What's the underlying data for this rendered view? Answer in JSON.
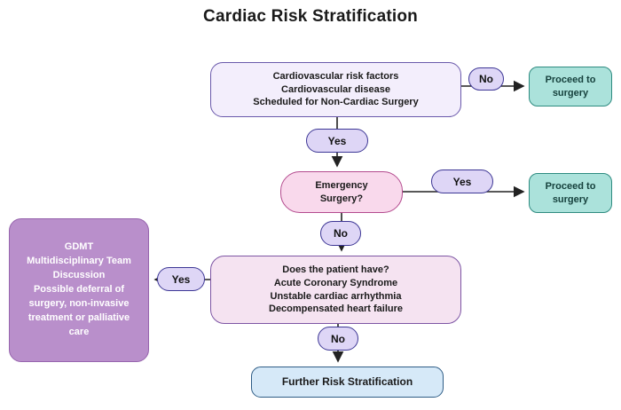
{
  "title": "Cardiac Risk Stratification",
  "nodes": {
    "start": {
      "lines": [
        "Cardiovascular risk factors",
        "Cardiovascular disease",
        "Scheduled for Non-Cardiac Surgery"
      ]
    },
    "proceed_top": {
      "label": "Proceed to surgery"
    },
    "emergency": {
      "lines": [
        "Emergency",
        "Surgery?"
      ]
    },
    "proceed_mid": {
      "label": "Proceed to surgery"
    },
    "conditions": {
      "lines": [
        "Does the patient have?",
        "Acute Coronary Syndrome",
        "Unstable cardiac arrhythmia",
        "Decompensated heart failure"
      ]
    },
    "gdmt": {
      "lines": [
        "GDMT",
        "Multidisciplinary Team Discussion",
        "Possible deferral of surgery, non-invasive treatment or palliative care"
      ]
    },
    "further": {
      "label": "Further Risk Stratification"
    }
  },
  "labels": {
    "no_top": "No",
    "yes_top": "Yes",
    "yes_mid": "Yes",
    "no_mid": "No",
    "yes_left": "Yes",
    "no_bottom": "No"
  },
  "colors": {
    "title_text": "#1a1a1a",
    "arrow": "#222222",
    "start_fill": "#f3eefc",
    "start_border": "#6a59ab",
    "teal_fill": "#abe2db",
    "teal_border": "#2e8b80",
    "pill_fill": "#ded6f6",
    "pill_border": "#3d3795",
    "emergency_fill": "#f9d9ec",
    "emergency_border": "#b34a8e",
    "conditions_fill": "#f5e3f1",
    "conditions_border": "#7d55a4",
    "gdmt_fill": "#b98fcb",
    "gdmt_border": "#9664ad",
    "gdmt_text": "#ffffff",
    "further_fill": "#d6e9f8",
    "further_border": "#2f5d86"
  }
}
